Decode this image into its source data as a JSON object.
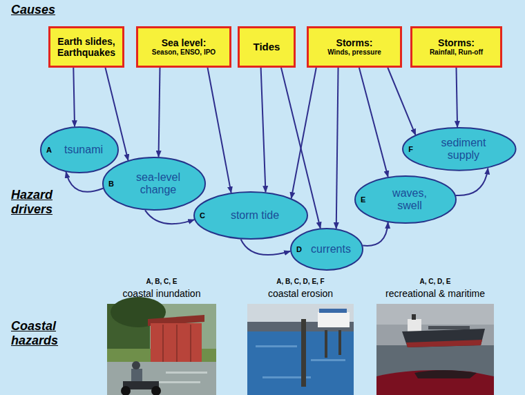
{
  "diagram": {
    "nodes": [
      {
        "text": [
          "Earth slides, Earthquakes"
        ]
      },
      {
        "text": [
          "Sea level:",
          "Season, ENSO, IPO"
        ]
      },
      {
        "text": [
          "Tides"
        ]
      },
      {
        "text": [
          "Storms:",
          "Winds, pressure"
        ]
      },
      {
        "text": [
          "Storms:",
          "Rainfall, Run-off"
        ]
      },
      {
        "text": [
          "A",
          "tsunami"
        ]
      },
      {
        "text": [
          "B",
          "sea-level change"
        ]
      },
      {
        "text": [
          "C",
          "storm tide"
        ]
      },
      {
        "text": [
          "D",
          "currents"
        ]
      },
      {
        "text": [
          "E",
          "waves, swell"
        ]
      },
      {
        "text": [
          "F",
          "sediment supply"
        ]
      }
    ],
    "edges": [
      {
        "from": 0,
        "to": 5,
        "arrow": "to"
      },
      {
        "from": 0,
        "to": 6,
        "arrow": "to"
      },
      {
        "from": 1,
        "to": 6,
        "arrow": "to"
      },
      {
        "from": 1,
        "to": 7,
        "arrow": "to"
      },
      {
        "from": 2,
        "to": 7,
        "arrow": "to"
      },
      {
        "from": 2,
        "to": 8,
        "arrow": "to"
      },
      {
        "from": 3,
        "to": 7,
        "arrow": "to"
      },
      {
        "from": 3,
        "to": 8,
        "arrow": "to"
      },
      {
        "from": 3,
        "to": 9,
        "arrow": "to"
      },
      {
        "from": 3,
        "to": 10,
        "arrow": "to"
      },
      {
        "from": 4,
        "to": 10,
        "arrow": "to"
      },
      {
        "from": 6,
        "to": 5,
        "arrow": "to"
      },
      {
        "from": 6,
        "to": 7,
        "arrow": "to"
      },
      {
        "from": 7,
        "to": 8,
        "arrow": "to"
      },
      {
        "from": 8,
        "to": 9,
        "arrow": "to"
      },
      {
        "from": 9,
        "to": 10,
        "arrow": "to"
      }
    ],
    "labels": [
      "Causes",
      "Hazard drivers",
      "Coastal hazards",
      "A, B, C, E",
      "coastal inundation",
      "A, B, C, D, E, F",
      "coastal erosion",
      "A, C, D, E",
      "recreational & maritime"
    ]
  }
}
